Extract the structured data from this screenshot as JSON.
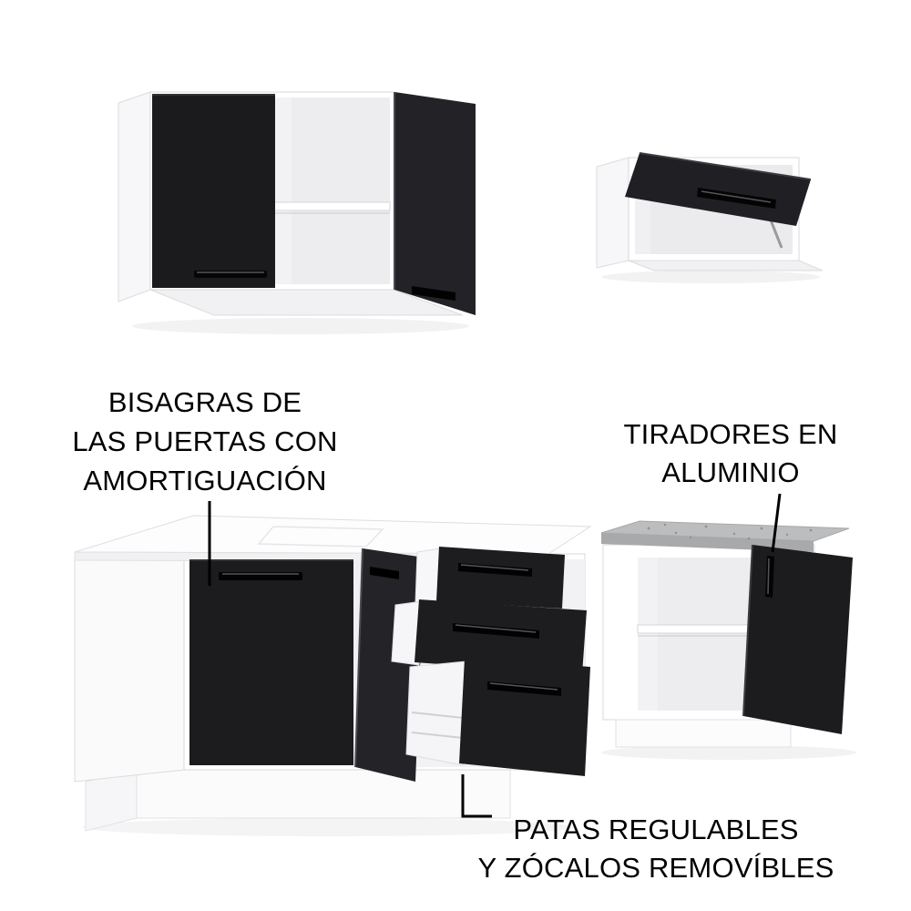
{
  "annotations": {
    "hinges": {
      "lines": [
        "BISAGRAS DE",
        "LAS PUERTAS CON",
        "AMORTIGUACIÓN"
      ]
    },
    "handles": {
      "lines": [
        "TIRADORES EN",
        "ALUMINIO"
      ]
    },
    "legs": {
      "lines": [
        "PATAS REGULABLES",
        "Y ZÓCALOS REMOVÍBLES"
      ]
    }
  },
  "colors": {
    "door_black": "#1c1c1f",
    "carcass_white": "#ffffff",
    "interior_gray": "#efeff2",
    "countertop_gray": "#b8b9bb",
    "text": "#000000",
    "leader_line": "#000000"
  }
}
